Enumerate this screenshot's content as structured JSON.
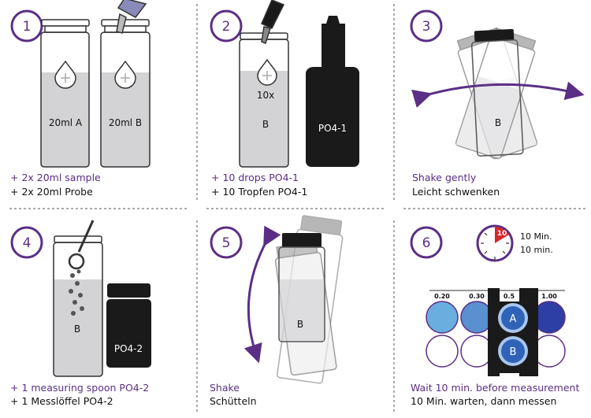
{
  "title": "Phosphate PO4 test instructions",
  "colors": {
    "accent": "#5b2f86",
    "liquid": "#d3d3d5",
    "reagent": "#1a1a1a",
    "timer_red": "#d9262c"
  },
  "steps": [
    {
      "number": "1",
      "caption_en": "+ 2x 20ml sample",
      "caption_de": "+ 2x 20ml Probe",
      "vial_a": "20ml A",
      "vial_b": "20ml B"
    },
    {
      "number": "2",
      "caption_en": "+ 10 drops PO4-1",
      "caption_de": "+ 10 Tropfen PO4-1",
      "drops": "10x",
      "vial": "B",
      "bottle": "PO4-1"
    },
    {
      "number": "3",
      "caption_en": "Shake gently",
      "caption_de": "Leicht schwenken",
      "vial": "B"
    },
    {
      "number": "4",
      "caption_en": "+ 1 measuring spoon PO4-2",
      "caption_de": "+ 1 Messlöffel PO4-2",
      "vial": "B",
      "jar": "PO4-2"
    },
    {
      "number": "5",
      "caption_en": "Shake",
      "caption_de": "Schütteln",
      "vial": "B"
    },
    {
      "number": "6",
      "caption_en": "Wait 10 min. before measurement",
      "caption_de": "10 Min. warten, dann messen",
      "timer": "10",
      "timer_en": "10 Min.",
      "timer_de": "10 min.",
      "scale": [
        {
          "label": "0.20",
          "color": "#6aaee0"
        },
        {
          "label": "0.30",
          "color": "#5a8fd0"
        },
        {
          "label": "0.5",
          "color": "#3f6fc0"
        },
        {
          "label": "1.00",
          "color": "#2d3fa5"
        }
      ],
      "comparator_a": "A",
      "comparator_b": "B"
    }
  ]
}
